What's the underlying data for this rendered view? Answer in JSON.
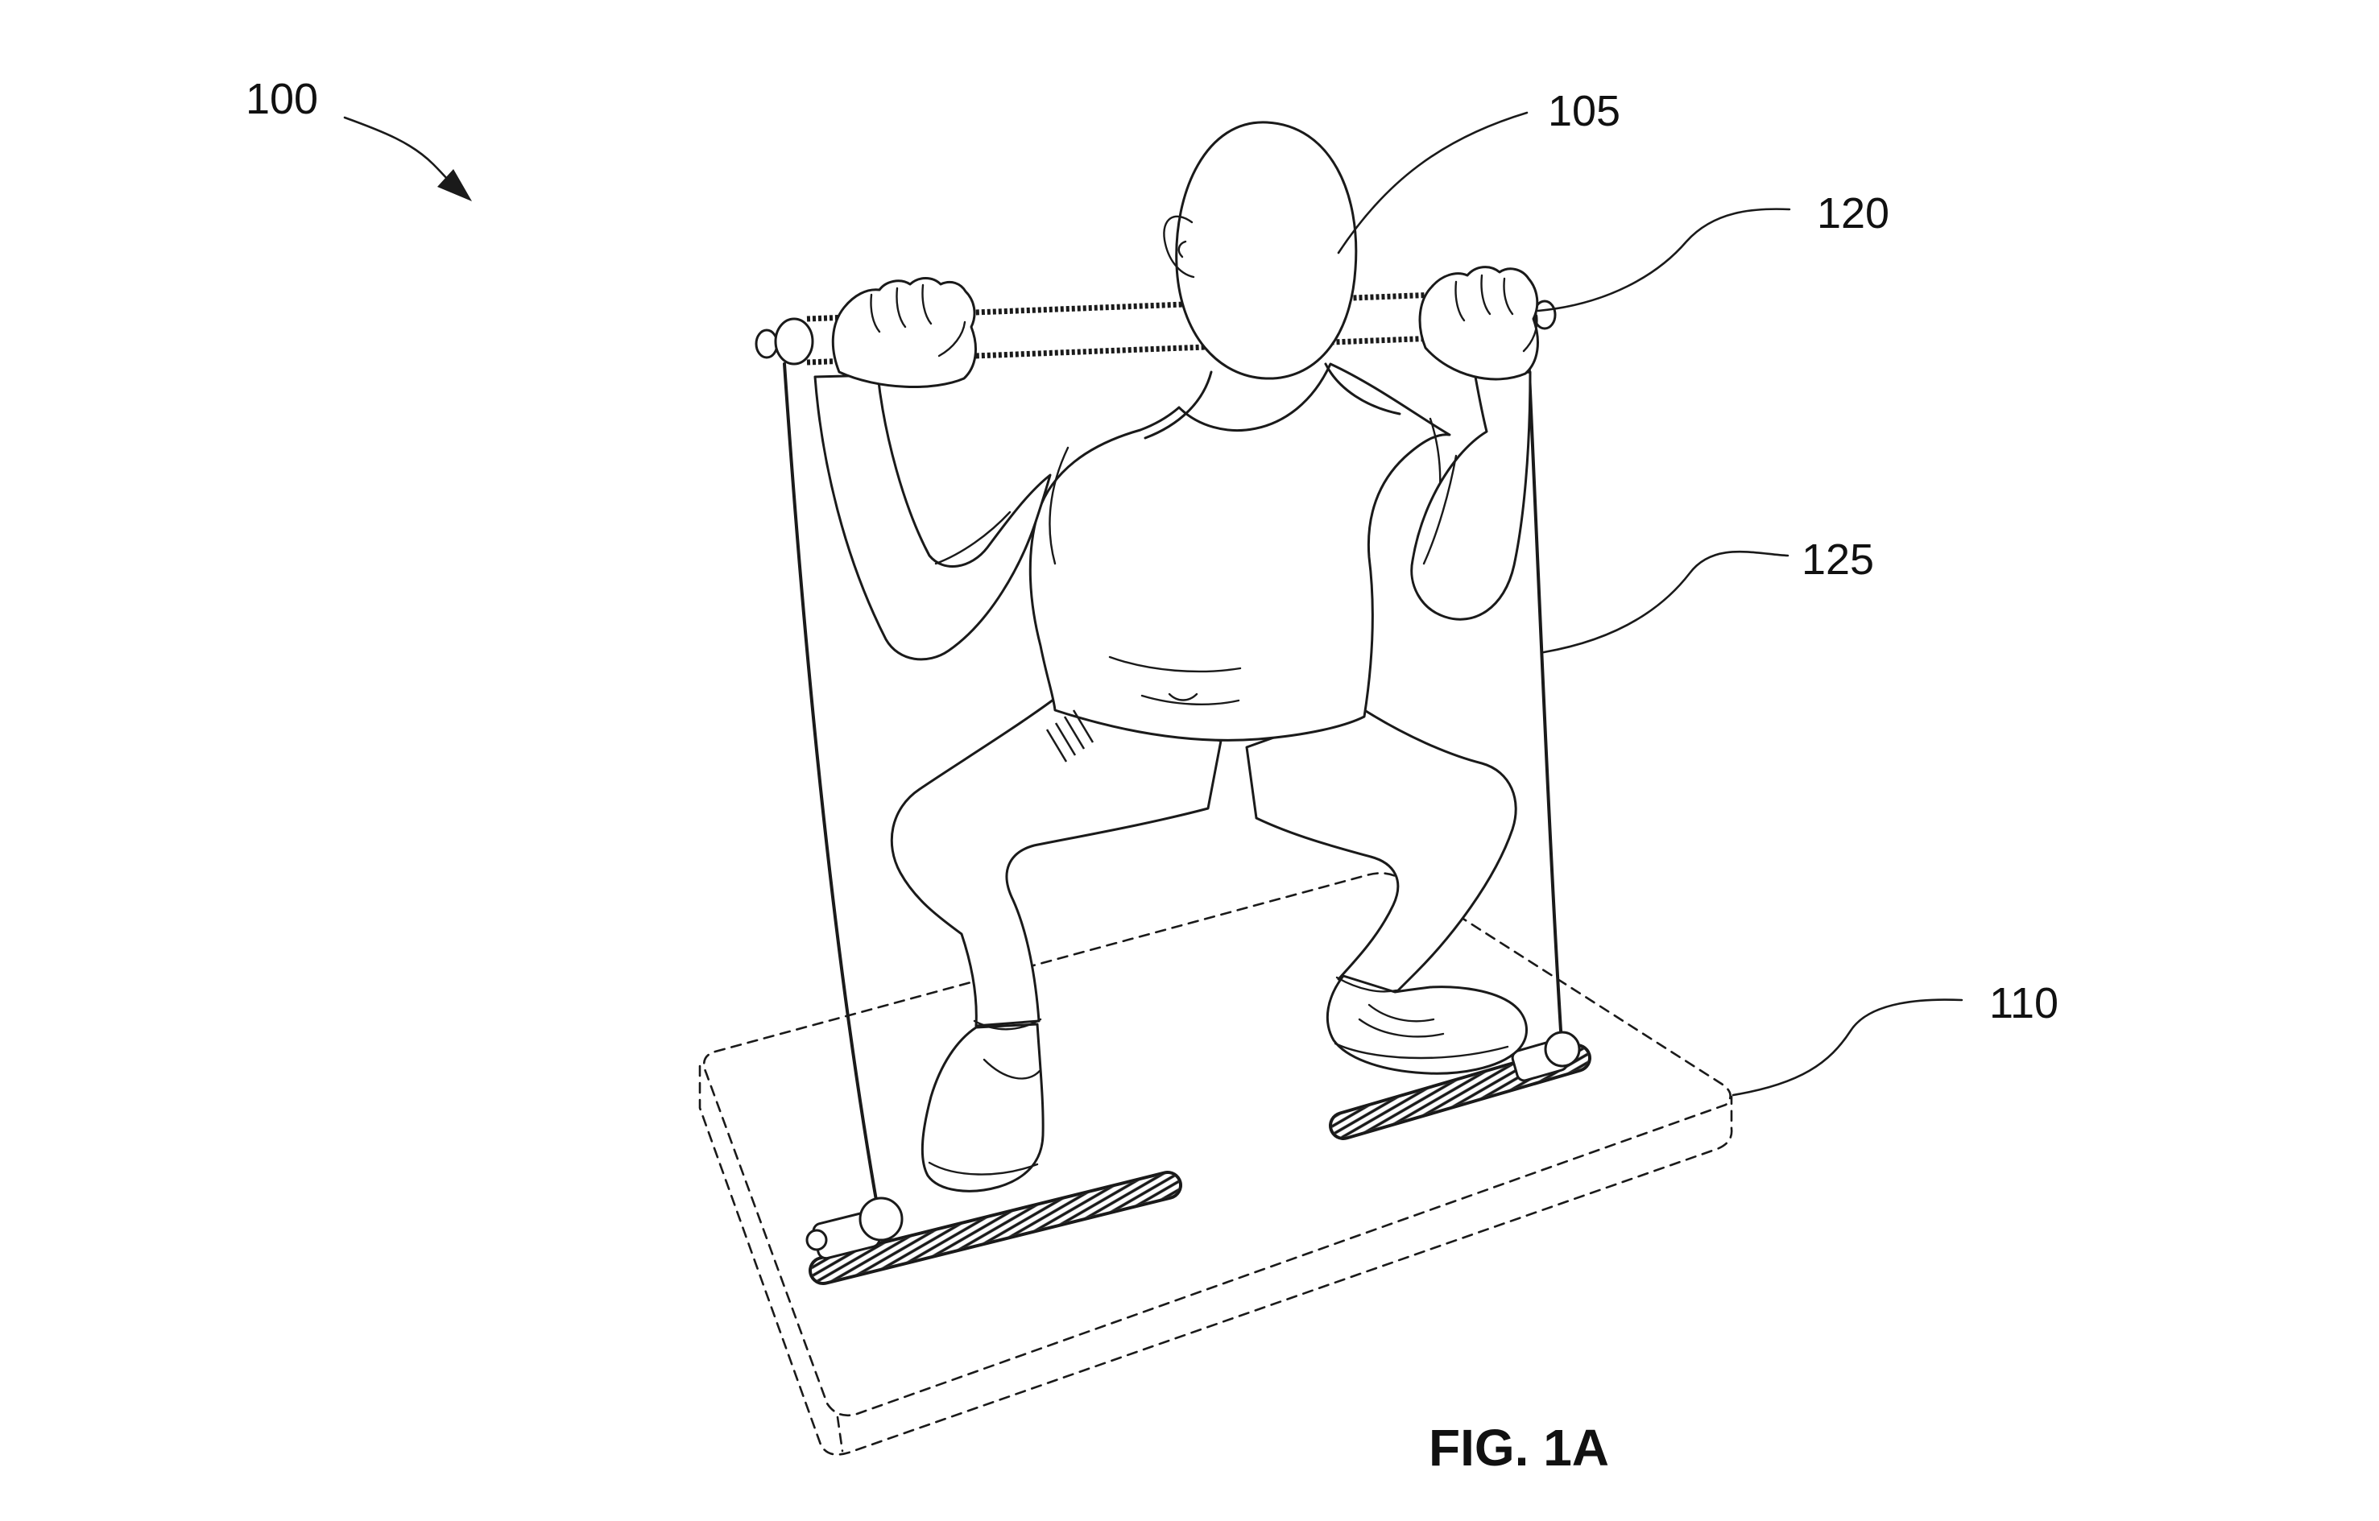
{
  "figure": {
    "caption": "FIG. 1A",
    "labels": {
      "assembly": "100",
      "user": "105",
      "platform": "110",
      "bar": "120",
      "band": "125"
    }
  }
}
